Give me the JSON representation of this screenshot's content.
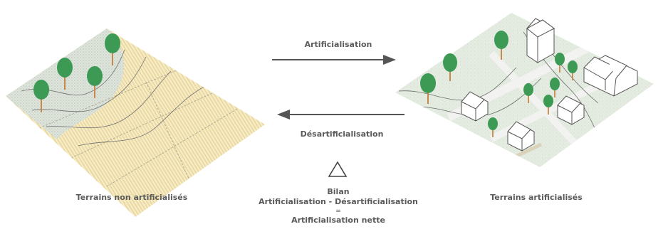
{
  "arrows": {
    "top_label": "Artificialisation",
    "bottom_label": "Désartificialisation"
  },
  "left_plot": {
    "label": "Terrains non artificialisés"
  },
  "right_plot": {
    "label": "Terrains  artificialisés"
  },
  "bilan": {
    "symbol": "Δ",
    "title": "Bilan",
    "formula": "Artificialisation - Désartificialisation",
    "equals": "=",
    "result": "Artificialisation nette"
  },
  "colors": {
    "arrow": "#555555",
    "tree_foliage": "#3d9a55",
    "tree_trunk": "#c7884a",
    "field_fill": "#f6ebc4",
    "field_stripe": "#e6d49a",
    "meadow": "#d5ddd2",
    "urban_ground": "#e4ebe1",
    "road": "#f2f2f0",
    "path": "#d9d3ba",
    "house_roof": "#ffffff",
    "house_outline": "#555555"
  }
}
